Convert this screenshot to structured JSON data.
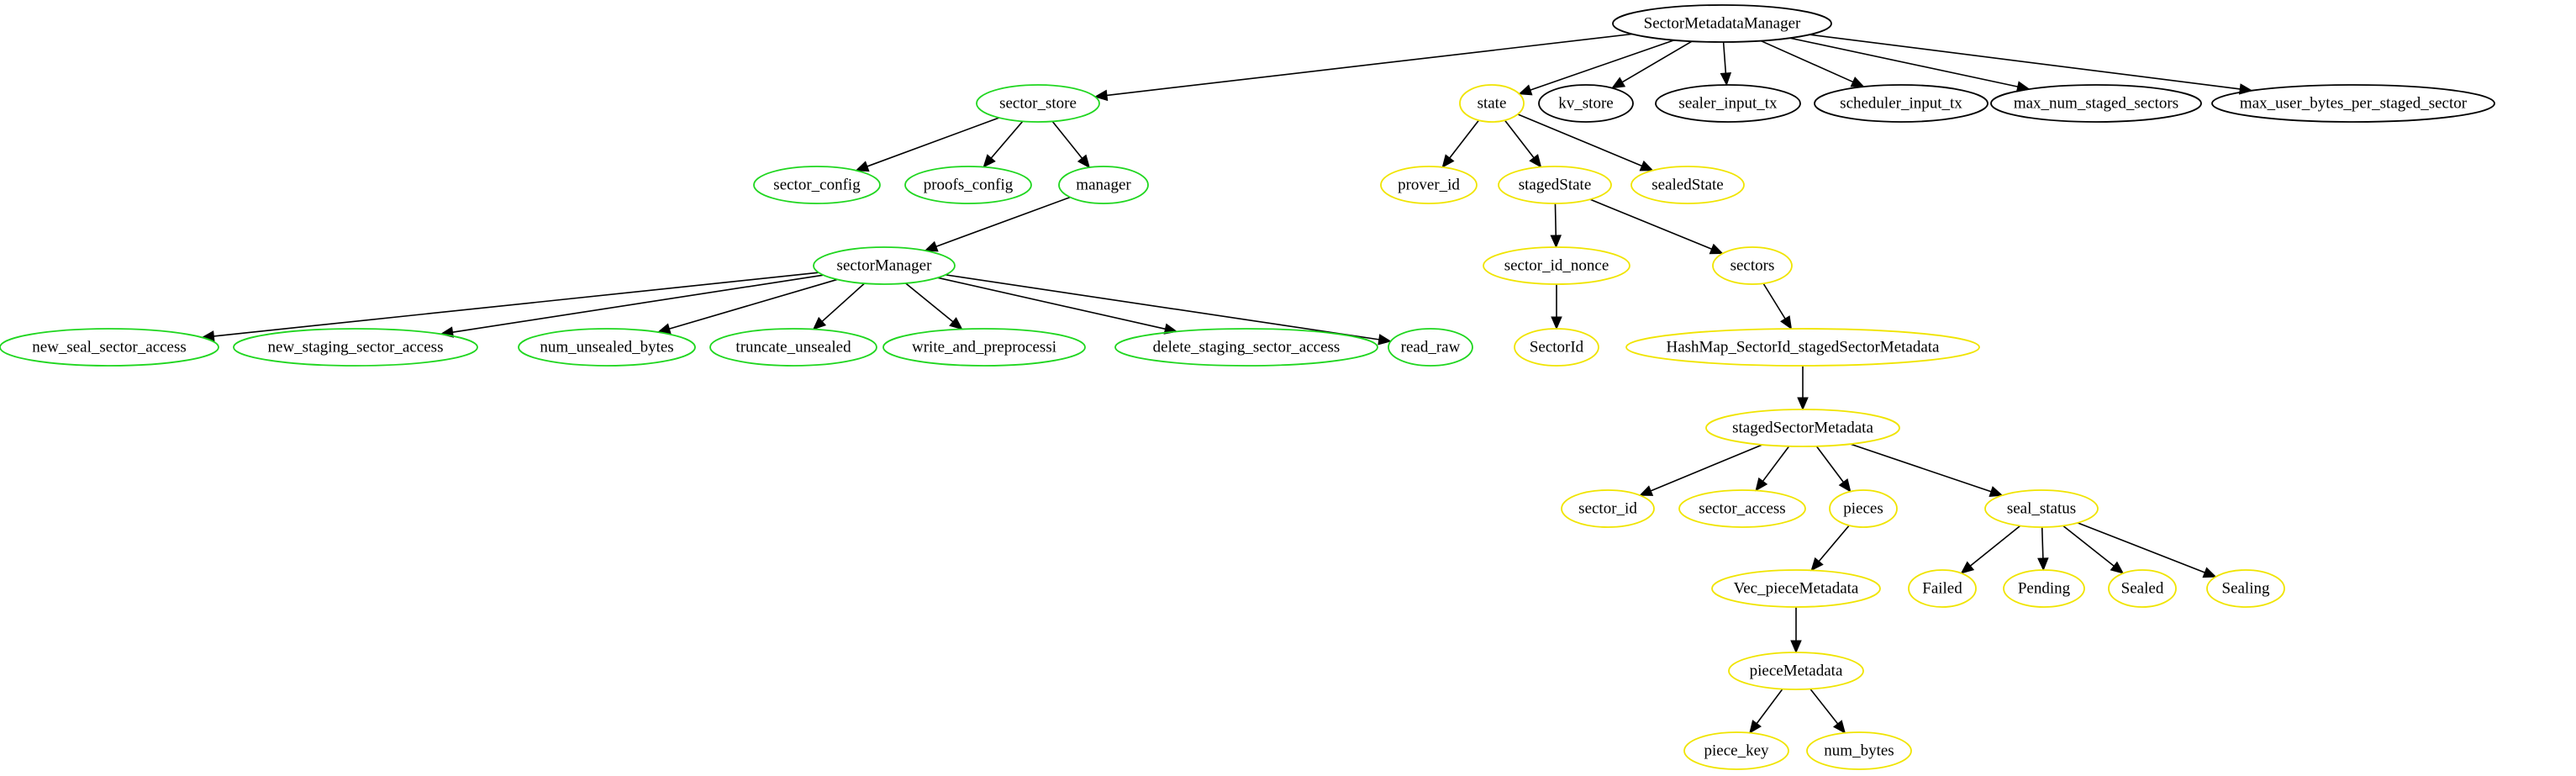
{
  "colors": {
    "black": "#000000",
    "green": "#1fd61f",
    "yellow": "#f0e400"
  },
  "nodes": [
    {
      "id": "SectorMetadataManager",
      "label": "SectorMetadataManager",
      "color": "black"
    },
    {
      "id": "sector_store",
      "label": "sector_store",
      "color": "green"
    },
    {
      "id": "state",
      "label": "state",
      "color": "yellow"
    },
    {
      "id": "kv_store",
      "label": "kv_store",
      "color": "black"
    },
    {
      "id": "sealer_input_tx",
      "label": "sealer_input_tx",
      "color": "black"
    },
    {
      "id": "scheduler_input_tx",
      "label": "scheduler_input_tx",
      "color": "black"
    },
    {
      "id": "max_num_staged_sectors",
      "label": "max_num_staged_sectors",
      "color": "black"
    },
    {
      "id": "max_user_bytes_per_staged_sector",
      "label": "max_user_bytes_per_staged_sector",
      "color": "black"
    },
    {
      "id": "sector_config",
      "label": "sector_config",
      "color": "green"
    },
    {
      "id": "proofs_config",
      "label": "proofs_config",
      "color": "green"
    },
    {
      "id": "manager",
      "label": "manager",
      "color": "green"
    },
    {
      "id": "sectorManager",
      "label": "sectorManager",
      "color": "green"
    },
    {
      "id": "new_seal_sector_access",
      "label": "new_seal_sector_access",
      "color": "green"
    },
    {
      "id": "new_staging_sector_access",
      "label": "new_staging_sector_access",
      "color": "green"
    },
    {
      "id": "num_unsealed_bytes",
      "label": "num_unsealed_bytes",
      "color": "green"
    },
    {
      "id": "truncate_unsealed",
      "label": "truncate_unsealed",
      "color": "green"
    },
    {
      "id": "write_and_preprocessi",
      "label": "write_and_preprocessi",
      "color": "green"
    },
    {
      "id": "delete_staging_sector_access",
      "label": "delete_staging_sector_access",
      "color": "green"
    },
    {
      "id": "read_raw",
      "label": "read_raw",
      "color": "green"
    },
    {
      "id": "prover_id",
      "label": "prover_id",
      "color": "yellow"
    },
    {
      "id": "stagedState",
      "label": "stagedState",
      "color": "yellow"
    },
    {
      "id": "sealedState",
      "label": "sealedState",
      "color": "yellow"
    },
    {
      "id": "sector_id_nonce",
      "label": "sector_id_nonce",
      "color": "yellow"
    },
    {
      "id": "sectors",
      "label": "sectors",
      "color": "yellow"
    },
    {
      "id": "SectorId",
      "label": "SectorId",
      "color": "yellow"
    },
    {
      "id": "HashMap_SectorId_stagedSectorMetadata",
      "label": "HashMap_SectorId_stagedSectorMetadata",
      "color": "yellow"
    },
    {
      "id": "stagedSectorMetadata",
      "label": "stagedSectorMetadata",
      "color": "yellow"
    },
    {
      "id": "sector_id",
      "label": "sector_id",
      "color": "yellow"
    },
    {
      "id": "sector_access",
      "label": "sector_access",
      "color": "yellow"
    },
    {
      "id": "pieces",
      "label": "pieces",
      "color": "yellow"
    },
    {
      "id": "seal_status",
      "label": "seal_status",
      "color": "yellow"
    },
    {
      "id": "Vec_pieceMetadata",
      "label": "Vec_pieceMetadata",
      "color": "yellow"
    },
    {
      "id": "Failed",
      "label": "Failed",
      "color": "yellow"
    },
    {
      "id": "Pending",
      "label": "Pending",
      "color": "yellow"
    },
    {
      "id": "Sealed",
      "label": "Sealed",
      "color": "yellow"
    },
    {
      "id": "Sealing",
      "label": "Sealing",
      "color": "yellow"
    },
    {
      "id": "pieceMetadata",
      "label": "pieceMetadata",
      "color": "yellow"
    },
    {
      "id": "piece_key",
      "label": "piece_key",
      "color": "yellow"
    },
    {
      "id": "num_bytes",
      "label": "num_bytes",
      "color": "yellow"
    }
  ],
  "edges": [
    [
      "SectorMetadataManager",
      "sector_store"
    ],
    [
      "SectorMetadataManager",
      "state"
    ],
    [
      "SectorMetadataManager",
      "kv_store"
    ],
    [
      "SectorMetadataManager",
      "sealer_input_tx"
    ],
    [
      "SectorMetadataManager",
      "scheduler_input_tx"
    ],
    [
      "SectorMetadataManager",
      "max_num_staged_sectors"
    ],
    [
      "SectorMetadataManager",
      "max_user_bytes_per_staged_sector"
    ],
    [
      "sector_store",
      "sector_config"
    ],
    [
      "sector_store",
      "proofs_config"
    ],
    [
      "sector_store",
      "manager"
    ],
    [
      "manager",
      "sectorManager"
    ],
    [
      "sectorManager",
      "new_seal_sector_access"
    ],
    [
      "sectorManager",
      "new_staging_sector_access"
    ],
    [
      "sectorManager",
      "num_unsealed_bytes"
    ],
    [
      "sectorManager",
      "truncate_unsealed"
    ],
    [
      "sectorManager",
      "write_and_preprocessi"
    ],
    [
      "sectorManager",
      "delete_staging_sector_access"
    ],
    [
      "sectorManager",
      "read_raw"
    ],
    [
      "state",
      "prover_id"
    ],
    [
      "state",
      "stagedState"
    ],
    [
      "state",
      "sealedState"
    ],
    [
      "stagedState",
      "sector_id_nonce"
    ],
    [
      "stagedState",
      "sectors"
    ],
    [
      "sector_id_nonce",
      "SectorId"
    ],
    [
      "sectors",
      "HashMap_SectorId_stagedSectorMetadata"
    ],
    [
      "HashMap_SectorId_stagedSectorMetadata",
      "stagedSectorMetadata"
    ],
    [
      "stagedSectorMetadata",
      "sector_id"
    ],
    [
      "stagedSectorMetadata",
      "sector_access"
    ],
    [
      "stagedSectorMetadata",
      "pieces"
    ],
    [
      "stagedSectorMetadata",
      "seal_status"
    ],
    [
      "pieces",
      "Vec_pieceMetadata"
    ],
    [
      "Vec_pieceMetadata",
      "pieceMetadata"
    ],
    [
      "seal_status",
      "Failed"
    ],
    [
      "seal_status",
      "Pending"
    ],
    [
      "seal_status",
      "Sealed"
    ],
    [
      "seal_status",
      "Sealing"
    ],
    [
      "pieceMetadata",
      "piece_key"
    ],
    [
      "pieceMetadata",
      "num_bytes"
    ]
  ]
}
